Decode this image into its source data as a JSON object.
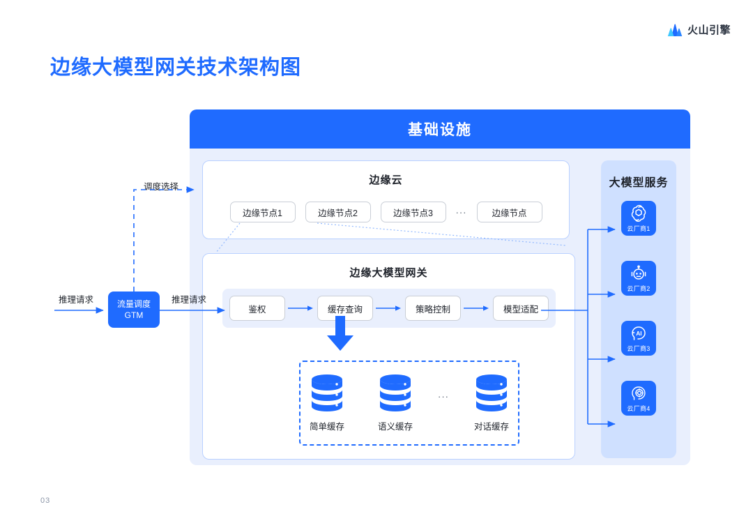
{
  "brand": {
    "name": "火山引擎",
    "logo_icon": "volcano-mountain-icon",
    "color": "#1f6bff"
  },
  "page": {
    "title": "边缘大模型网关技术架构图",
    "title_color": "#1f6bff",
    "number": "03",
    "background": "#ffffff"
  },
  "diagram": {
    "infrastructure": {
      "header": "基础设施",
      "header_bg": "#1f6bff",
      "body_bg": "#e9effd"
    },
    "edge_cloud": {
      "title": "边缘云",
      "nodes": [
        {
          "label": "边缘节点1"
        },
        {
          "label": "边缘节点2"
        },
        {
          "label": "边缘节点3"
        },
        {
          "label": "边缘节点"
        }
      ],
      "ellipsis": "···"
    },
    "gateway": {
      "title": "边缘大模型网关",
      "stages": [
        {
          "label": "鉴权"
        },
        {
          "label": "缓存查询"
        },
        {
          "label": "策略控制"
        },
        {
          "label": "模型适配"
        }
      ],
      "caches": [
        {
          "label": "简单缓存",
          "icon": "database-icon"
        },
        {
          "label": "语义缓存",
          "icon": "database-icon"
        },
        {
          "label": "对话缓存",
          "icon": "database-icon"
        }
      ],
      "cache_ellipsis": "···"
    },
    "llm_service": {
      "title": "大模型服务",
      "panel_bg": "#cfe0ff",
      "vendors": [
        {
          "label": "云厂商1",
          "icon": "openai-knot-icon"
        },
        {
          "label": "云厂商2",
          "icon": "robot-face-icon"
        },
        {
          "label": "云厂商3",
          "icon": "ai-head-icon"
        },
        {
          "label": "云厂商4",
          "icon": "gear-brain-head-icon"
        }
      ]
    },
    "ingress": {
      "gtm_line1": "流量调度",
      "gtm_line2": "GTM",
      "request_label_left": "推理请求",
      "request_label_right": "推理请求",
      "schedule_label": "调度选择"
    }
  }
}
